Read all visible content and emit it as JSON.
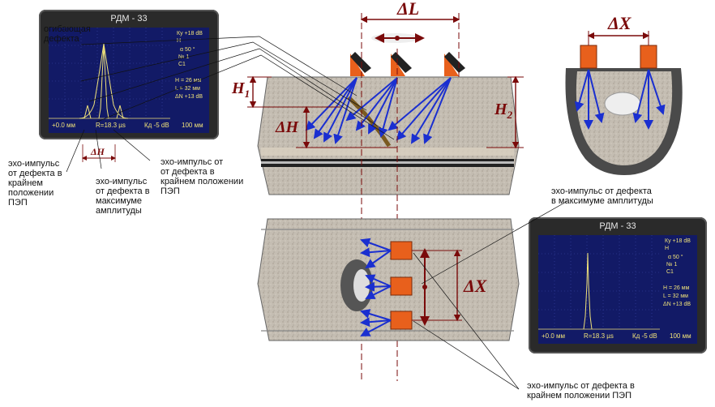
{
  "device_top": {
    "title": "РДМ - 33",
    "ky": "Ку +18 dB",
    "mode": "Н",
    "angle": "α 50 °",
    "num": "№ 1",
    "ch": "С1",
    "h": "H = 26 мм",
    "l": "L = 32 мм",
    "dn": "ΔN +13 dB",
    "foot_left": "+0.0 мм",
    "foot_r": "R=18.3 µs",
    "foot_k": "Кд  -5 dB",
    "foot_range": "100 мм"
  },
  "device_bottom": {
    "title": "РДМ - 33",
    "ky": "Ку +18 dB",
    "mode": "Н",
    "angle": "α 50 °",
    "num": "№ 1",
    "ch": "С1",
    "h": "H = 26 мм",
    "l": "L = 32 мм",
    "dn": "ΔN +13 dB",
    "foot_left": "+0.0 мм",
    "foot_r": "R=18.3 µs",
    "foot_k": "Кд  -5 dB",
    "foot_range": "100 мм"
  },
  "labels": {
    "envelope": "огибающая\nдефекта",
    "delta_h_small": "ΔH",
    "echo_extreme_left": "эхо-импульс\nот дефекта в\nкрайнем\nположении\nПЭП",
    "echo_max_center": "эхо-импульс\nот дефекта в\nмаксимуме\nамплитуды",
    "echo_extreme_right": "эхо-импульс от\nот дефекта в\nкрайнем положении\nПЭП",
    "echo_max_bottom": "эхо-импульс от дефекта\nв максимуме амплитуды",
    "echo_extreme_bottom": "эхо-импульс от дефекта в\nкрайнем положении ПЭП"
  },
  "dims": {
    "delta_l": "ΔL",
    "delta_x_top": "ΔX",
    "delta_x_mid": "ΔX",
    "h1": "H",
    "h1_sub": "1",
    "h2": "H",
    "h2_sub": "2",
    "delta_h": "ΔH"
  },
  "colors": {
    "screen": "#121a66",
    "trace": "#f0e27a",
    "dim": "#7a0a0a",
    "probe": "#e8601c",
    "beam": "#1a2fd0"
  }
}
